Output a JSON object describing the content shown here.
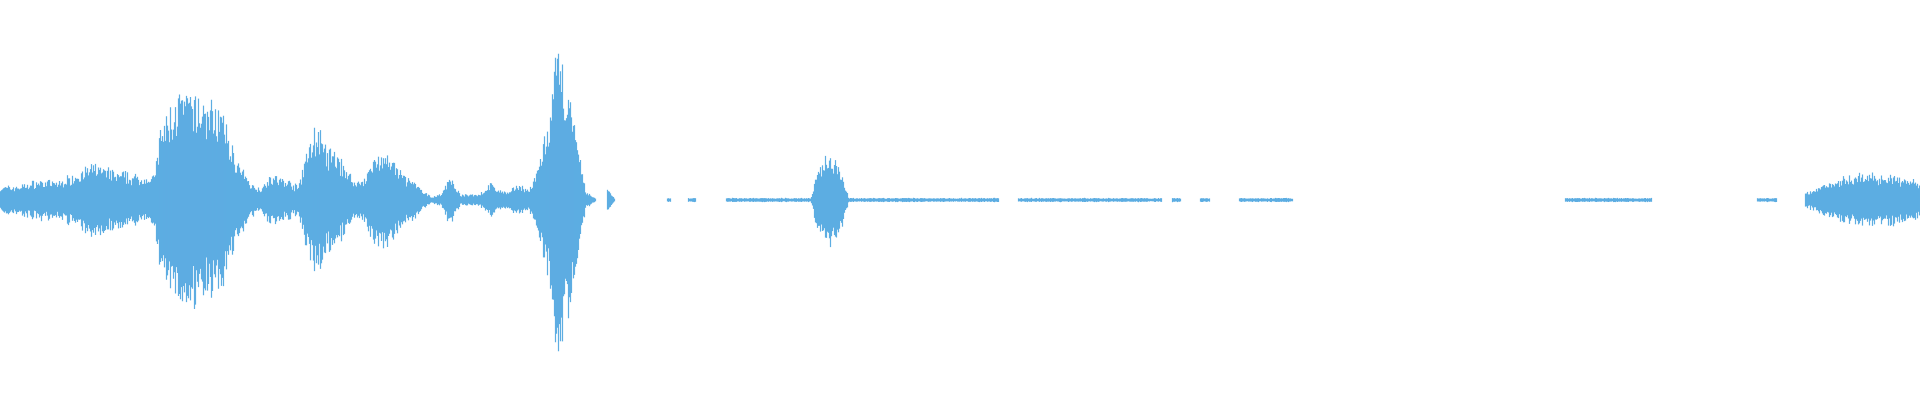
{
  "waveform": {
    "color": "#5DADE2",
    "background": "#FFFFFF",
    "amplitude_profile": [
      [
        0.0,
        0.08
      ],
      [
        0.01,
        0.09
      ],
      [
        0.02,
        0.12
      ],
      [
        0.03,
        0.11
      ],
      [
        0.04,
        0.17
      ],
      [
        0.05,
        0.22
      ],
      [
        0.06,
        0.17
      ],
      [
        0.07,
        0.15
      ],
      [
        0.08,
        0.14
      ],
      [
        0.083,
        0.4
      ],
      [
        0.09,
        0.6
      ],
      [
        0.095,
        0.65
      ],
      [
        0.1,
        0.62
      ],
      [
        0.108,
        0.6
      ],
      [
        0.115,
        0.55
      ],
      [
        0.12,
        0.35
      ],
      [
        0.125,
        0.2
      ],
      [
        0.13,
        0.11
      ],
      [
        0.135,
        0.07
      ],
      [
        0.14,
        0.15
      ],
      [
        0.15,
        0.12
      ],
      [
        0.155,
        0.08
      ],
      [
        0.16,
        0.32
      ],
      [
        0.165,
        0.46
      ],
      [
        0.17,
        0.3
      ],
      [
        0.175,
        0.28
      ],
      [
        0.18,
        0.2
      ],
      [
        0.185,
        0.1
      ],
      [
        0.19,
        0.15
      ],
      [
        0.195,
        0.26
      ],
      [
        0.2,
        0.3
      ],
      [
        0.205,
        0.22
      ],
      [
        0.21,
        0.15
      ],
      [
        0.215,
        0.12
      ],
      [
        0.22,
        0.05
      ],
      [
        0.225,
        0.02
      ],
      [
        0.23,
        0.04
      ],
      [
        0.234,
        0.16
      ],
      [
        0.238,
        0.06
      ],
      [
        0.24,
        0.03
      ],
      [
        0.25,
        0.04
      ],
      [
        0.255,
        0.1
      ],
      [
        0.26,
        0.06
      ],
      [
        0.265,
        0.05
      ],
      [
        0.27,
        0.1
      ],
      [
        0.275,
        0.06
      ],
      [
        0.278,
        0.12
      ],
      [
        0.282,
        0.3
      ],
      [
        0.287,
        0.55
      ],
      [
        0.29,
        0.9
      ],
      [
        0.293,
        0.85
      ],
      [
        0.297,
        0.6
      ],
      [
        0.301,
        0.3
      ],
      [
        0.305,
        0.05
      ],
      [
        0.31,
        0.01
      ],
      [
        0.316,
        0.07
      ],
      [
        0.32,
        0.01
      ],
      [
        0.33,
        0.0
      ]
    ],
    "segments": [
      [
        0.0,
        0.31
      ],
      [
        0.316,
        0.32
      ],
      [
        0.347,
        0.349
      ],
      [
        0.358,
        0.362
      ],
      [
        0.378,
        0.52
      ],
      [
        0.53,
        0.605
      ],
      [
        0.61,
        0.615
      ],
      [
        0.625,
        0.63
      ],
      [
        0.645,
        0.673
      ],
      [
        0.815,
        0.86
      ],
      [
        0.915,
        0.925
      ],
      [
        0.94,
        1.0
      ]
    ],
    "bursts": [
      {
        "center": 0.432,
        "width": 0.01,
        "amplitude": 0.28
      },
      {
        "center": 0.975,
        "width": 0.04,
        "amplitude": 0.16
      }
    ]
  }
}
